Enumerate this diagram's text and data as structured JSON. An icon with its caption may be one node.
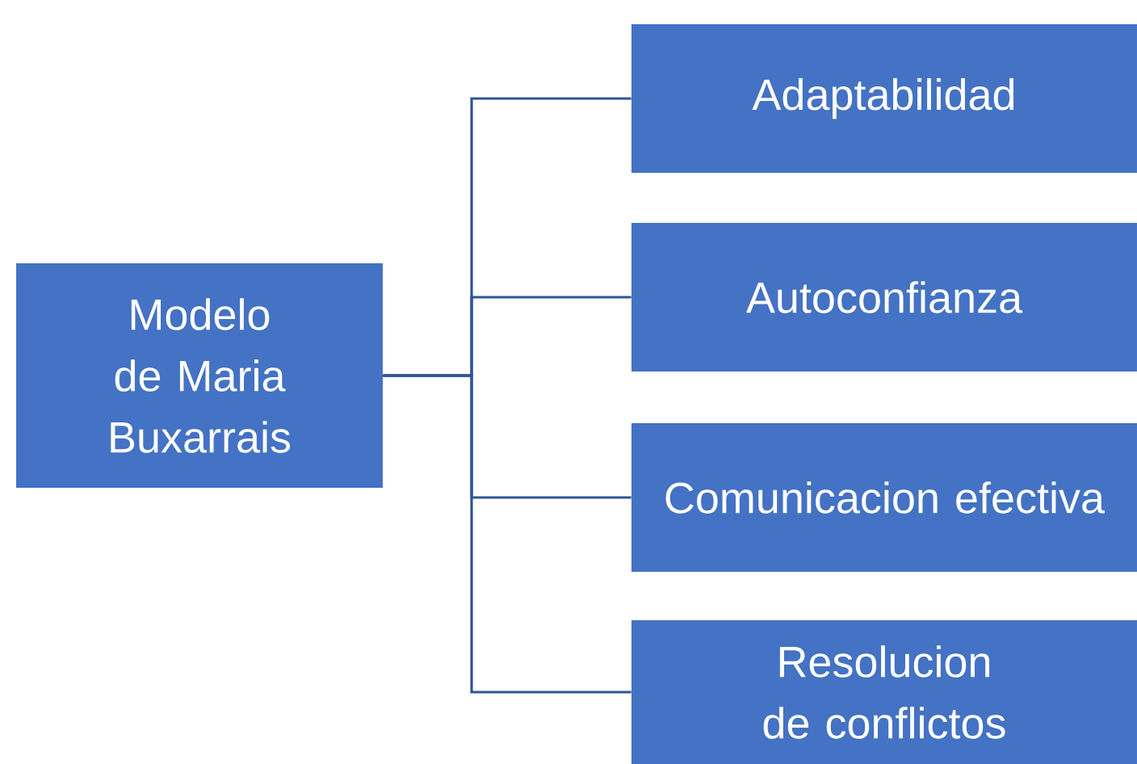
{
  "diagram": {
    "nodes": [
      {
        "text": [
          "Modelo de Maria Buxarrais"
        ]
      },
      {
        "text": [
          "Adaptabilidad"
        ]
      },
      {
        "text": [
          "Autoconfianza"
        ]
      },
      {
        "text": [
          "Comunicacion efectiva"
        ]
      },
      {
        "text": [
          "Resolucion de conflictos"
        ]
      }
    ],
    "edges": [
      {
        "from": 0,
        "to": 1,
        "arrow": "none"
      },
      {
        "from": 0,
        "to": 2,
        "arrow": "none"
      },
      {
        "from": 0,
        "to": 3,
        "arrow": "none"
      },
      {
        "from": 0,
        "to": 4,
        "arrow": "none"
      }
    ]
  }
}
